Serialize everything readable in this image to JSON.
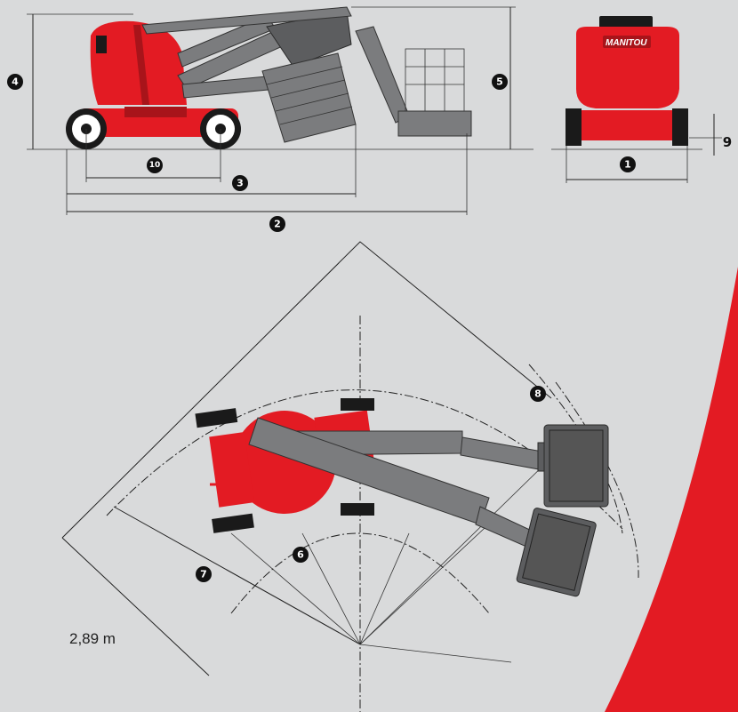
{
  "labels": {
    "width": "1",
    "overall_length": "2",
    "transport_length": "3",
    "stowed_height": "4",
    "stowed_height_platform": "5",
    "inner_turning_radius": "6",
    "outer_turning_radius": "7",
    "tail_swing": "8",
    "ground_clearance": "9",
    "wheelbase": "10"
  },
  "measurement": "2,89 m",
  "brand": "MANITOU",
  "colors": {
    "machine_red": "#e31b23",
    "background": "#d9dadb",
    "boom_grey": "#7b7c7e",
    "badge": "#111111"
  }
}
